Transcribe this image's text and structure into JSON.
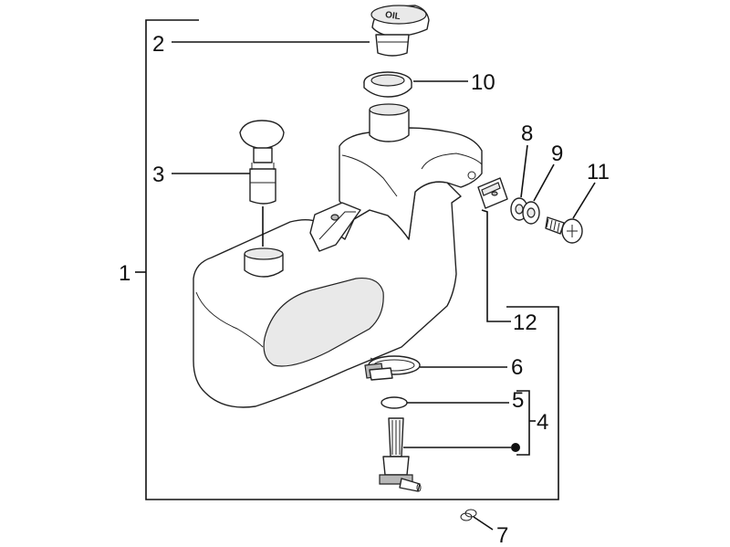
{
  "diagram": {
    "labels": {
      "part_1": "1",
      "part_2": "2",
      "part_3": "3",
      "part_4": "4",
      "part_5": "5",
      "part_6": "6",
      "part_7": "7",
      "part_8": "8",
      "part_9": "9",
      "part_10": "10",
      "part_11": "11",
      "part_12": "12"
    },
    "cap_text": "OIL"
  }
}
